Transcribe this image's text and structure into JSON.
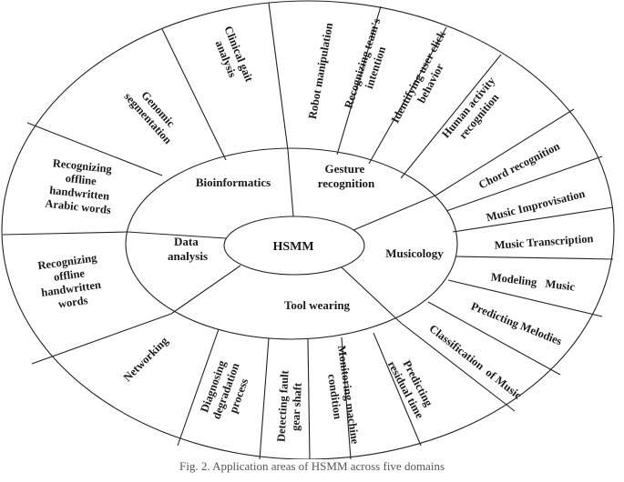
{
  "center": "HSMM",
  "categories": [
    {
      "id": "bioinformatics",
      "label": "Bioinformatics"
    },
    {
      "id": "gesture",
      "label": "Gesture recognition"
    },
    {
      "id": "musicology",
      "label": "Musicology"
    },
    {
      "id": "tool",
      "label": "Tool wearing"
    },
    {
      "id": "data",
      "label": "Data analysis"
    }
  ],
  "applications": [
    {
      "id": "clinical-gait",
      "label": "Clinical gait analysis"
    },
    {
      "id": "robot-manipulation",
      "label": "Robot manipulation"
    },
    {
      "id": "team-intention",
      "label": "Recognizing team's intention"
    },
    {
      "id": "user-click",
      "label": "Identifying user click behavior"
    },
    {
      "id": "human-activity",
      "label": "Human activity recognition"
    },
    {
      "id": "chord",
      "label": "Chord recognition"
    },
    {
      "id": "music-improv",
      "label": "Music Improvisation"
    },
    {
      "id": "music-transcription",
      "label": "Music Transcription"
    },
    {
      "id": "modeling-music",
      "label": "Modeling Music"
    },
    {
      "id": "predicting-melodies",
      "label": "Predicting Melodies"
    },
    {
      "id": "classification-music",
      "label": "Classification of Music"
    },
    {
      "id": "residual-time",
      "label": "Predicting residual time"
    },
    {
      "id": "monitoring",
      "label": "Monitoring machine condition"
    },
    {
      "id": "fault-gear",
      "label": "Detecting fault gear shaft"
    },
    {
      "id": "degradation",
      "label": "Diagnosing degradation process"
    },
    {
      "id": "networking",
      "label": "Networking"
    },
    {
      "id": "offline-words",
      "label": "Recognizing offline handwritten words"
    },
    {
      "id": "arabic-words",
      "label": "Recognizing offline handwritten Arabic words"
    },
    {
      "id": "genomic",
      "label": "Genomic segmentation"
    }
  ],
  "caption": "Fig. 2. Application areas of HSMM across five domains"
}
